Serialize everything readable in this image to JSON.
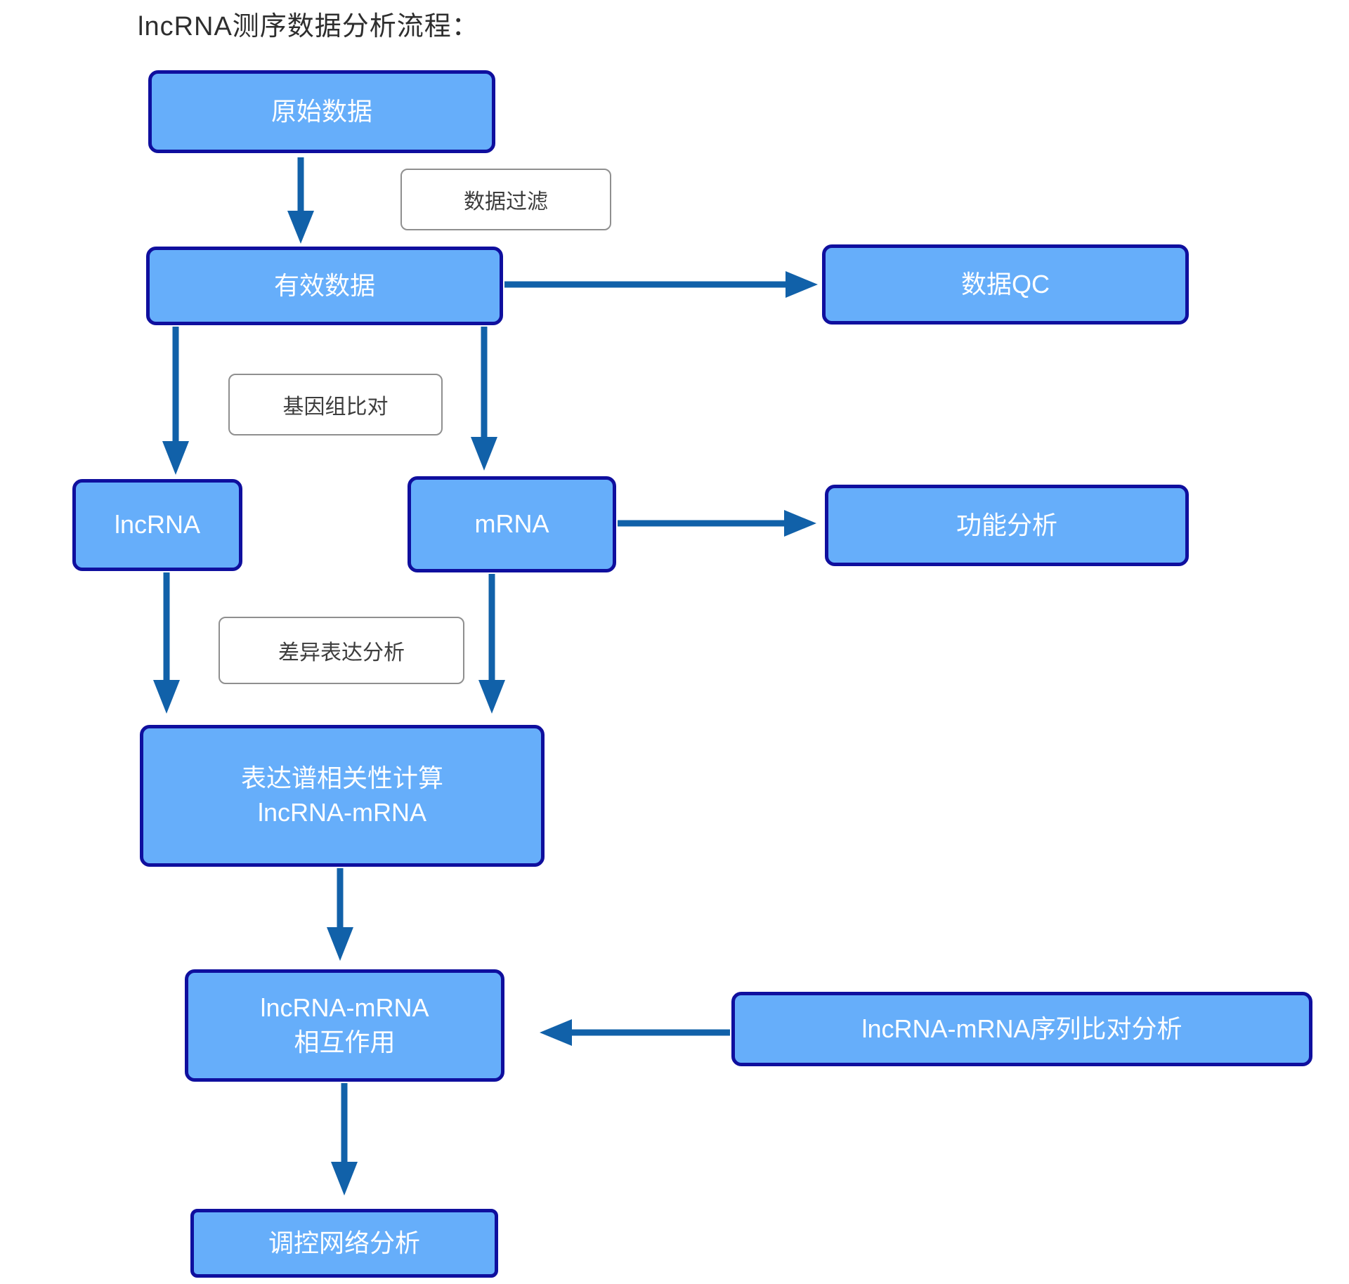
{
  "title": "lncRNA测序数据分析流程：",
  "colors": {
    "node_fill": "#66aefa",
    "node_border": "#0f0f9e",
    "node_text": "#ffffff",
    "arrow": "#1161a9",
    "edge_label_border": "#8f8f8f",
    "edge_label_text": "#3d3d3d",
    "title_text": "#2e2e2e",
    "background": "#ffffff"
  },
  "nodes": {
    "raw": {
      "label": "原始数据"
    },
    "valid": {
      "label": "有效数据"
    },
    "qc": {
      "label": "数据QC"
    },
    "lncrna": {
      "label": "lncRNA"
    },
    "mrna": {
      "label": "mRNA"
    },
    "func": {
      "label": "功能分析"
    },
    "corr": {
      "line1": "表达谱相关性计算",
      "line2": "lncRNA-mRNA"
    },
    "interaction": {
      "line1": "lncRNA-mRNA",
      "line2": "相互作用"
    },
    "seq_align": {
      "label": "lncRNA-mRNA序列比对分析"
    },
    "network": {
      "label": "调控网络分析"
    }
  },
  "edge_labels": {
    "filter": "数据过滤",
    "genome_align": "基因组比对",
    "diff_expr": "差异表达分析"
  }
}
